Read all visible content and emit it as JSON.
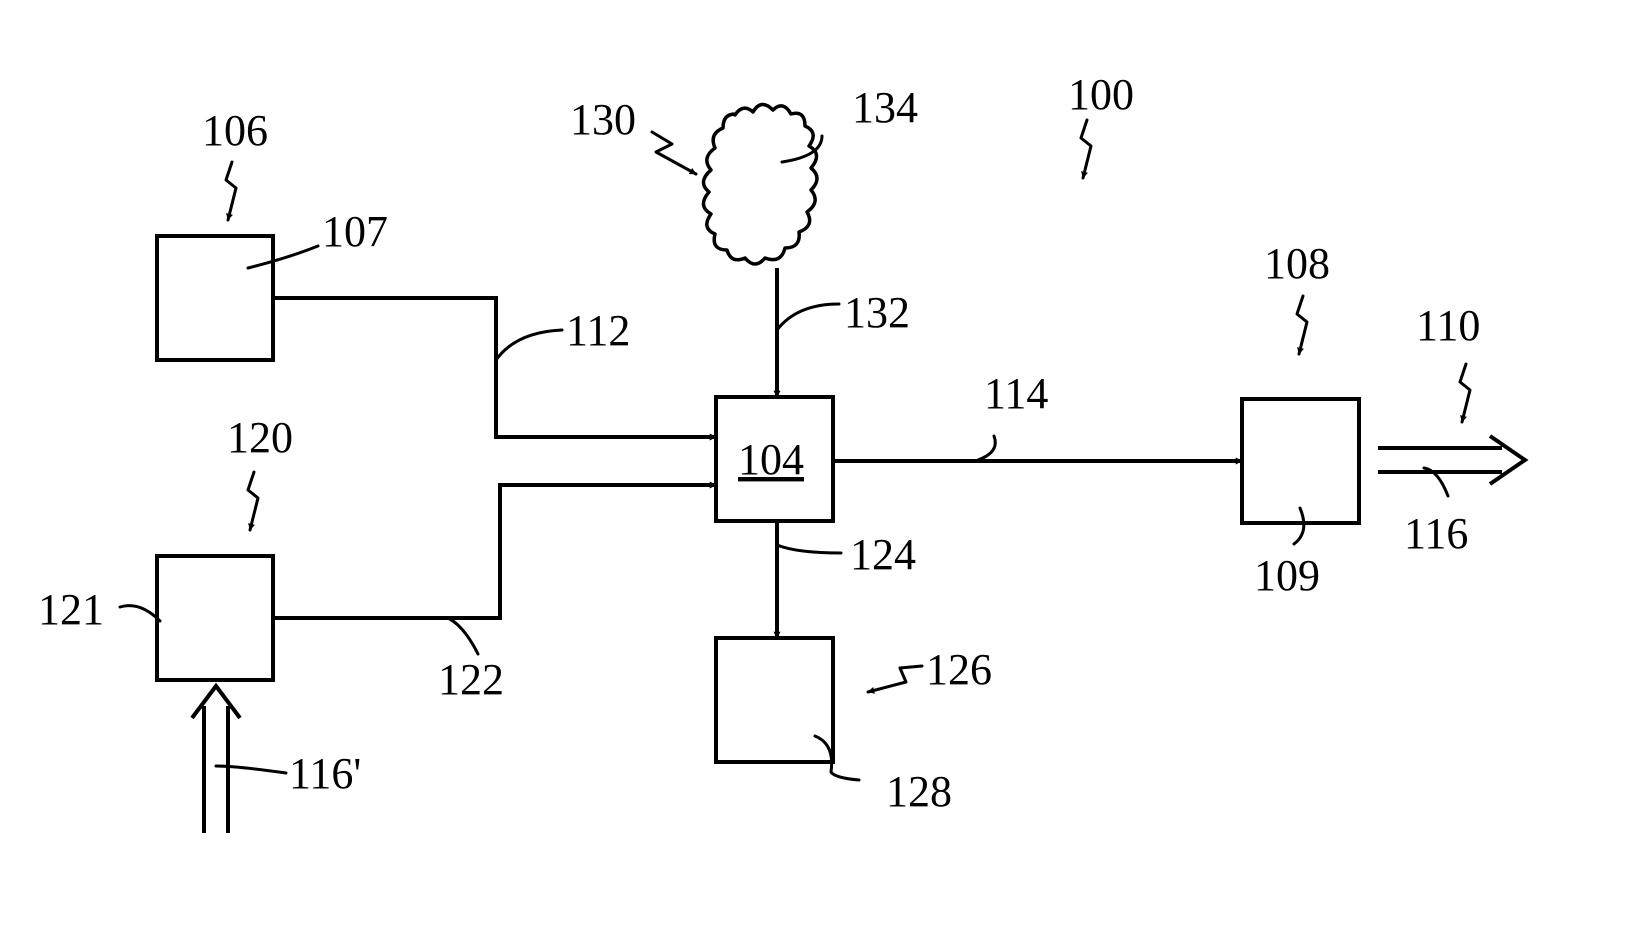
{
  "diagram": {
    "system_ref": "100",
    "labels": {
      "l106": "106",
      "l107": "107",
      "l112": "112",
      "l120": "120",
      "l121": "121",
      "l122": "122",
      "l116p": "116'",
      "l130": "130",
      "l134": "134",
      "l132": "132",
      "l104": "104",
      "l114": "114",
      "l124": "124",
      "l126": "126",
      "l128": "128",
      "l108": "108",
      "l109": "109",
      "l110": "110",
      "l116": "116"
    }
  }
}
